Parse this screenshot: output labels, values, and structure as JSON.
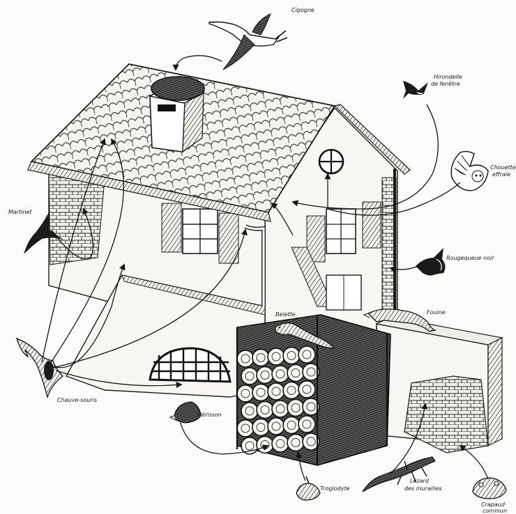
{
  "labels": {
    "cigogne": "Cigogne",
    "hirondelle_l1": "Hirondelle",
    "hirondelle_l2": "de fenêtre",
    "chouette_l1": "Chouette",
    "chouette_l2": "effraie",
    "martinet": "Martinet",
    "rougequeue": "Rougequeue noir",
    "fouine": "Fouine",
    "belette": "Belette",
    "chauve_souris": "Chauve-souris",
    "herisson": "Hérisson",
    "troglodyte": "Troglodyte",
    "lezard_l1": "Lézard",
    "lezard_l2": "des murailles",
    "crapaud_l1": "Crapaud",
    "crapaud_l2": "commun"
  },
  "colors": {
    "ink": "#1b1b1b",
    "paper": "#fbfbf9"
  }
}
